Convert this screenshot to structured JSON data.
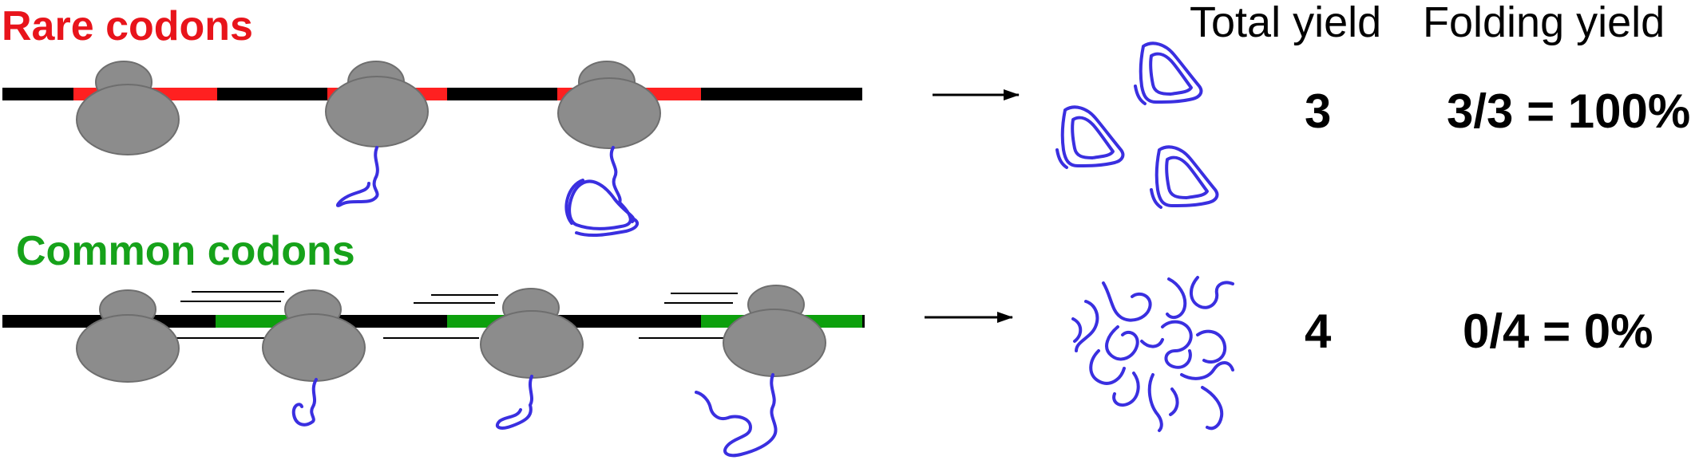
{
  "rows": {
    "rare": {
      "title": "Rare codons",
      "title_color": "#e8141b",
      "segment_color": "#ff2020",
      "total_yield": "3",
      "folding_yield": "3/3 = 100%"
    },
    "common": {
      "title": "Common codons",
      "title_color": "#16a21a",
      "segment_color": "#0da00d",
      "total_yield": "4",
      "folding_yield": "0/4 = 0%"
    }
  },
  "headers": {
    "total_yield": "Total yield",
    "folding_yield": "Folding yield"
  },
  "colors": {
    "mrna": "#000000",
    "ribosome": "#8c8c8c",
    "protein": "#3a2fe0"
  }
}
